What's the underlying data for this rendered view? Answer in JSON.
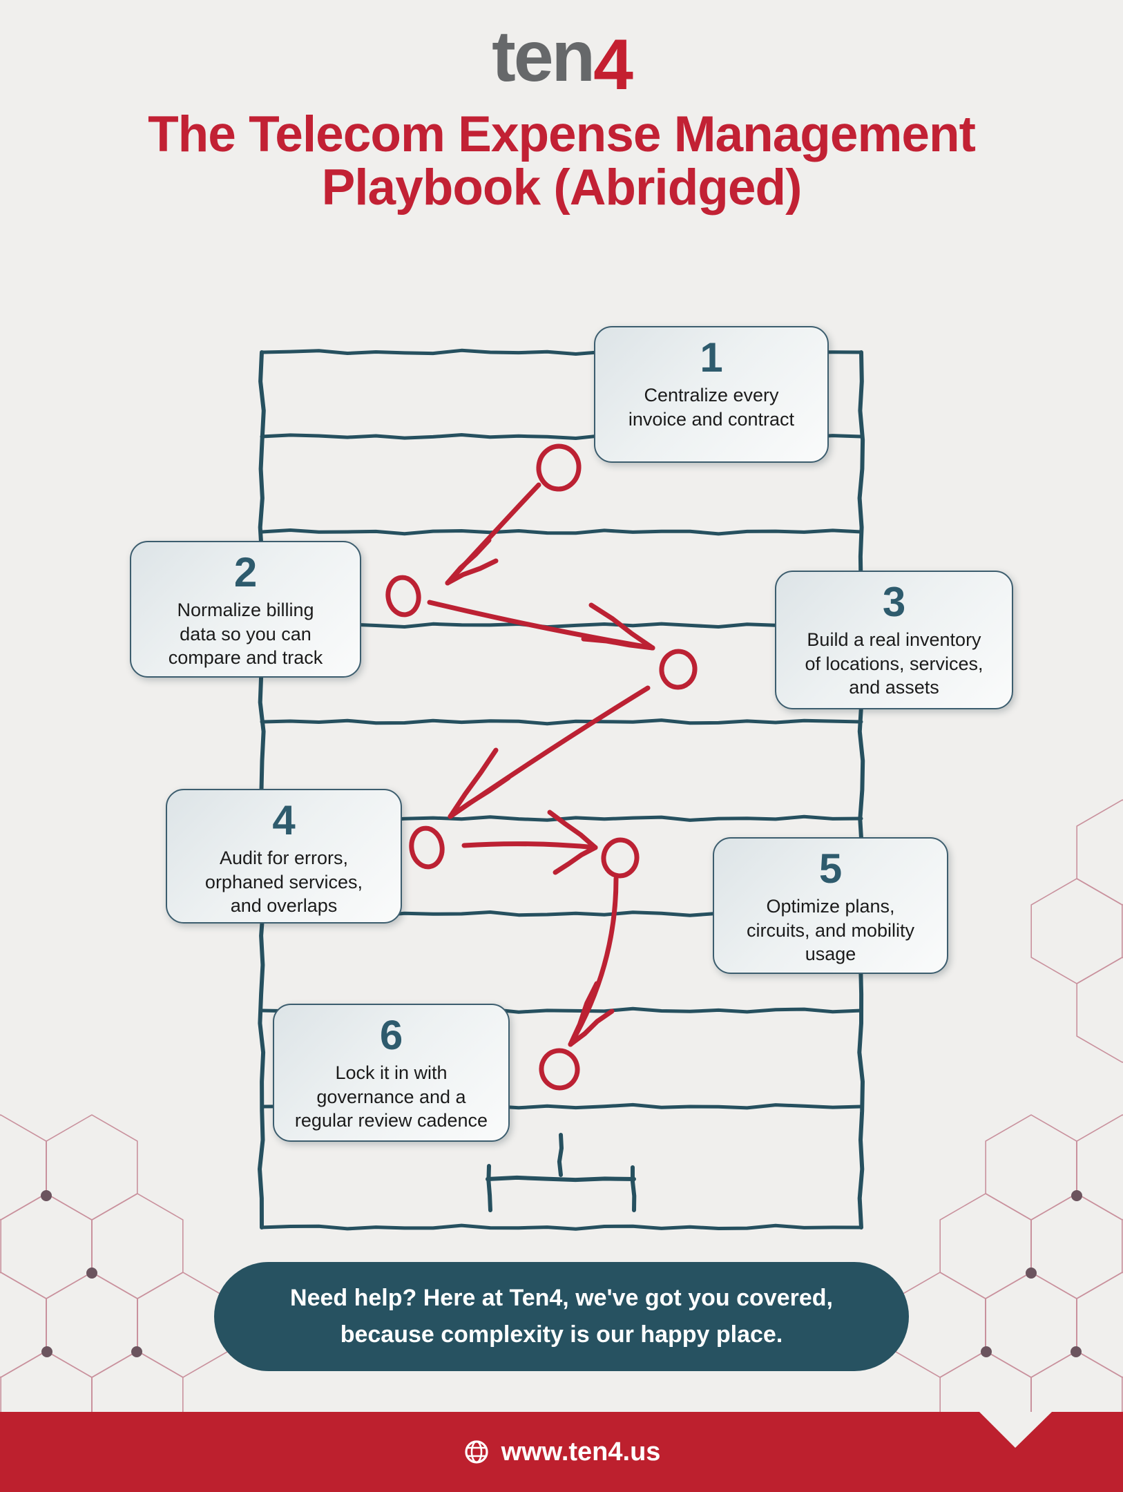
{
  "logo": {
    "ten": "ten",
    "four": "4"
  },
  "title": {
    "line1": "The Telecom Expense Management",
    "line2": "Playbook (Abridged)"
  },
  "steps": [
    {
      "number": "1",
      "text": "Centralize every\ninvoice and contract"
    },
    {
      "number": "2",
      "text": "Normalize billing\ndata so you can\ncompare and track"
    },
    {
      "number": "3",
      "text": "Build a real inventory\nof locations, services,\nand assets"
    },
    {
      "number": "4",
      "text": "Audit for errors,\norphaned services,\nand overlaps"
    },
    {
      "number": "5",
      "text": "Optimize plans,\ncircuits, and mobility\nusage"
    },
    {
      "number": "6",
      "text": "Lock it in with\ngovernance and a\nregular review cadence"
    }
  ],
  "help_banner": {
    "text": "Need help? Here at Ten4, we've got you covered,\nbecause complexity is our happy place."
  },
  "footer": {
    "icon": "globe-icon",
    "url": "www.ten4.us"
  },
  "colors": {
    "accent_red": "#bc2133",
    "title_red": "#c22134",
    "footer_red": "#bd202e",
    "teal_line": "#26505f",
    "teal_number": "#2e5b6d",
    "banner_bg": "#275261",
    "logo_gray": "#66686a",
    "background": "#f0efed",
    "hex_pattern": "#c9919d"
  }
}
